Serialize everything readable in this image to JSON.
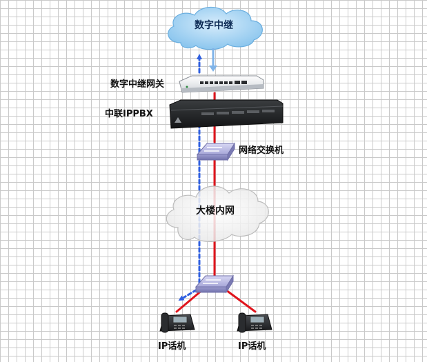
{
  "nodes": {
    "trunk_cloud": "数字中继",
    "gateway": "数字中继网关",
    "ippbx": "中联IPPBX",
    "switch": "网络交换机",
    "lan_cloud": "大楼内网",
    "phone_left": "IP话机",
    "phone_right": "IP话机"
  },
  "colors": {
    "signal_line": "#e0141c",
    "media_flow": "#2f5fe0",
    "trunk_cloud_fill": "#a8d3f2",
    "grid": "#c9c9c9"
  }
}
